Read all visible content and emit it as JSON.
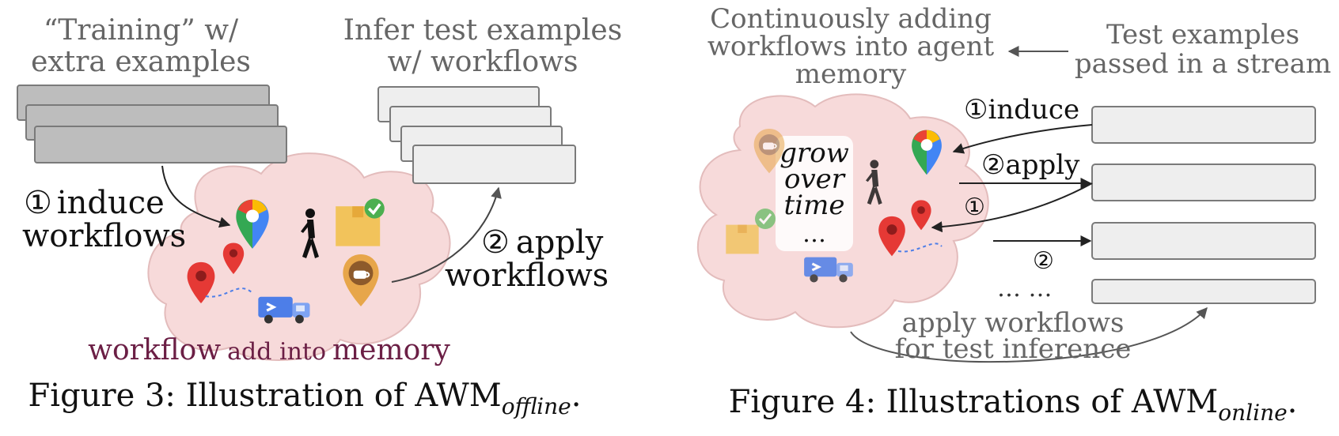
{
  "fig3": {
    "training_line1": "“Training” w/",
    "training_line2": "extra examples",
    "infer_line1": "Infer test examples",
    "infer_line2": "w/ workflows",
    "induce_marker": "①",
    "induce_word": "induce",
    "induce_line2": "workflows",
    "apply_marker": "②",
    "apply_word": "apply",
    "apply_line2": "workflows",
    "memory_caption_a": "workflow",
    "memory_caption_b": "add into",
    "memory_caption_c": "memory",
    "caption_main": "Figure 3: Illustration of AWM",
    "caption_sub": "offline",
    "caption_end": "."
  },
  "fig4": {
    "cont_line1": "Continuously adding",
    "cont_line2": "workflows into agent",
    "cont_line3": "memory",
    "test_line1": "Test examples",
    "test_line2": "passed in a stream",
    "induce_label": "①induce",
    "apply_label": "②apply",
    "marker_1": "①",
    "marker_2": "②",
    "ellipsis": "… …",
    "grow_line1": "grow",
    "grow_line2": "over",
    "grow_line3": "time",
    "grow_dots": "…",
    "apply_wf_line1": "apply workflows",
    "apply_wf_line2": "for test inference",
    "caption_main": "Figure 4: Illustrations of AWM",
    "caption_sub": "online",
    "caption_end": "."
  },
  "colors": {
    "cloud_fill": "#f7dada",
    "cloud_stroke": "#e3bcbc",
    "dark_card": "#bdbdbd",
    "light_card": "#eeeeee",
    "card_stroke": "#7a7a7a",
    "gray_text": "#666666",
    "memory_text": "#6b1f45"
  }
}
